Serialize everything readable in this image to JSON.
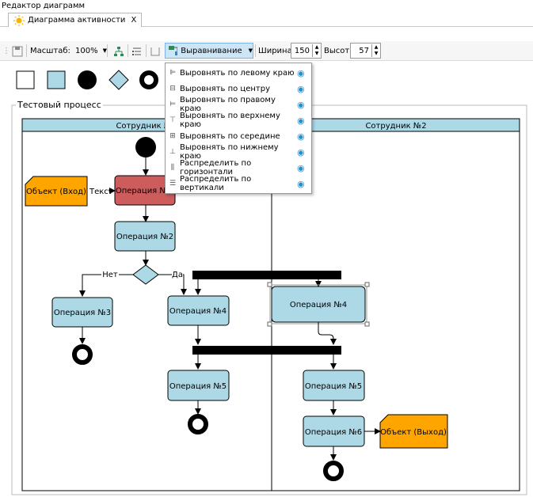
{
  "window": {
    "title": "Редактор диаграмм"
  },
  "tab": {
    "label": "Диаграмма активности",
    "close": "X"
  },
  "toolbar": {
    "scale_label": "Масштаб:",
    "scale_value": "100%",
    "align_label": "Выравнивание",
    "width_label": "Ширина",
    "width_value": "150",
    "height_label": "Высота",
    "height_value": "57"
  },
  "align_menu": {
    "items": [
      {
        "label": "Выровнять по левому краю",
        "icon": "align-left-icon"
      },
      {
        "label": "Выровнять по центру",
        "icon": "align-center-icon"
      },
      {
        "label": "Выровнять по правому краю",
        "icon": "align-right-icon"
      },
      {
        "label": "Выровнять по верхнему краю",
        "icon": "align-top-icon"
      },
      {
        "label": "Выровнять по середине",
        "icon": "align-middle-icon"
      },
      {
        "label": "Выровнять по нижнему краю",
        "icon": "align-bottom-icon"
      },
      {
        "label": "Распределить по горизонтали",
        "icon": "distribute-horizontal-icon"
      },
      {
        "label": "Распределить по вертикали",
        "icon": "distribute-vertical-icon"
      }
    ]
  },
  "diagram": {
    "group_title": "Тестовый процесс",
    "lane1_title": "Сотрудник №1",
    "lane2_title": "Сотрудник №2",
    "input_object": "Объект (Вход)",
    "output_object": "Объект (Выход)",
    "flow_label_text": "Текст",
    "op1": "Операция №1",
    "op2": "Операция №2",
    "op3": "Операция №3",
    "op4_left": "Операция №4",
    "op4_right": "Операция №4",
    "op5_left": "Операция №5",
    "op5_right": "Операция №5",
    "op6": "Операция №6",
    "guard_no": "Нет",
    "guard_yes": "Да"
  },
  "colors": {
    "activity_fill": "#add8e6",
    "activity_selected": "#cd5c5c",
    "object_fill": "#ffa500",
    "lane_header": "#add8e6",
    "accent": "#1e90d6"
  }
}
